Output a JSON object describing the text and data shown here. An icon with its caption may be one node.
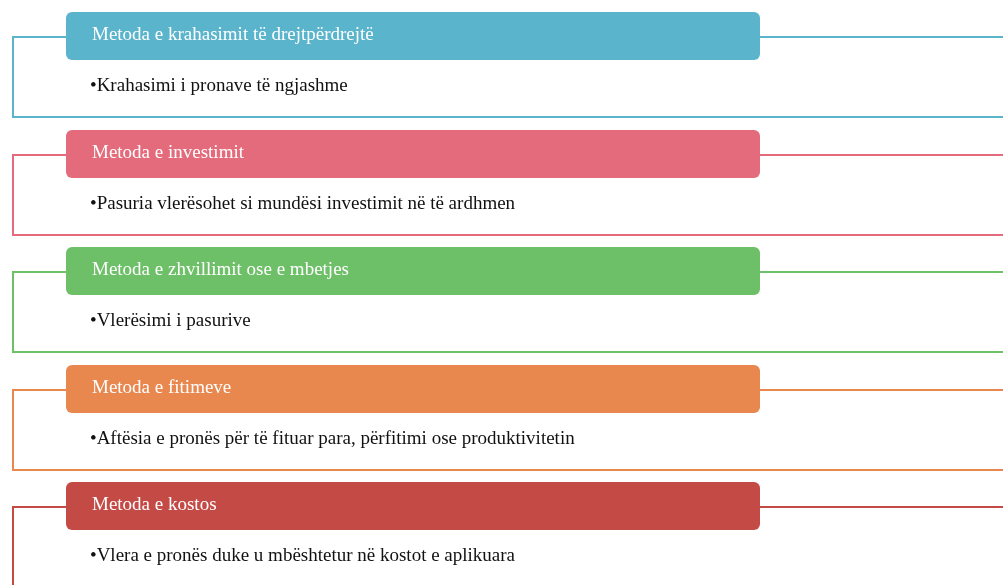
{
  "diagram": {
    "nodes": [
      {
        "text": [
          "Metoda e krahasimit të drejtpërdrejtë"
        ]
      },
      {
        "text": [
          "•Krahasimi i pronave të ngjashme"
        ]
      },
      {
        "text": [
          "Metoda e investimit"
        ]
      },
      {
        "text": [
          "•Pasuria vlerësohet si mundësi investimit në të ardhmen"
        ]
      },
      {
        "text": [
          "Metoda e zhvillimit ose e mbetjes"
        ]
      },
      {
        "text": [
          "•Vlerësimi i pasurive"
        ]
      },
      {
        "text": [
          "Metoda e fitimeve"
        ]
      },
      {
        "text": [
          "•Aftësia e pronës për të fituar para, përfitimi ose produktivitetin"
        ]
      },
      {
        "text": [
          "Metoda e kostos"
        ]
      },
      {
        "text": [
          "•Vlera e pronës duke u mbështetur në kostot e aplikuara"
        ]
      }
    ]
  }
}
